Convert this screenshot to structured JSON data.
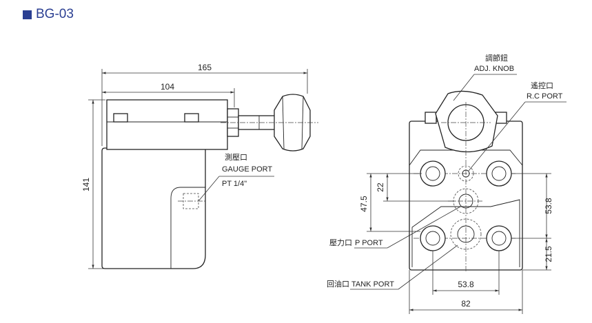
{
  "header": {
    "title": "BG-03"
  },
  "side_view": {
    "dim_overall_width": "165",
    "dim_body_width": "104",
    "dim_height": "141",
    "gauge_label_cn": "測壓口",
    "gauge_label_en": "GAUGE PORT",
    "gauge_thread": "PT  1/4\""
  },
  "front_view": {
    "knob_label_cn": "調節鈕",
    "knob_label_en": "ADJ. KNOB",
    "rc_label_cn": "遙控口",
    "rc_label_en": "R.C PORT",
    "p_label_cn": "壓力口",
    "p_label_en": "P PORT",
    "tank_label_cn": "回油口",
    "tank_label_en": "TANK PORT",
    "dim_22": "22",
    "dim_47_5": "47.5",
    "dim_53_8_v": "53.8",
    "dim_21_5": "21.5",
    "dim_53_8_h": "53.8",
    "dim_82": "82"
  }
}
